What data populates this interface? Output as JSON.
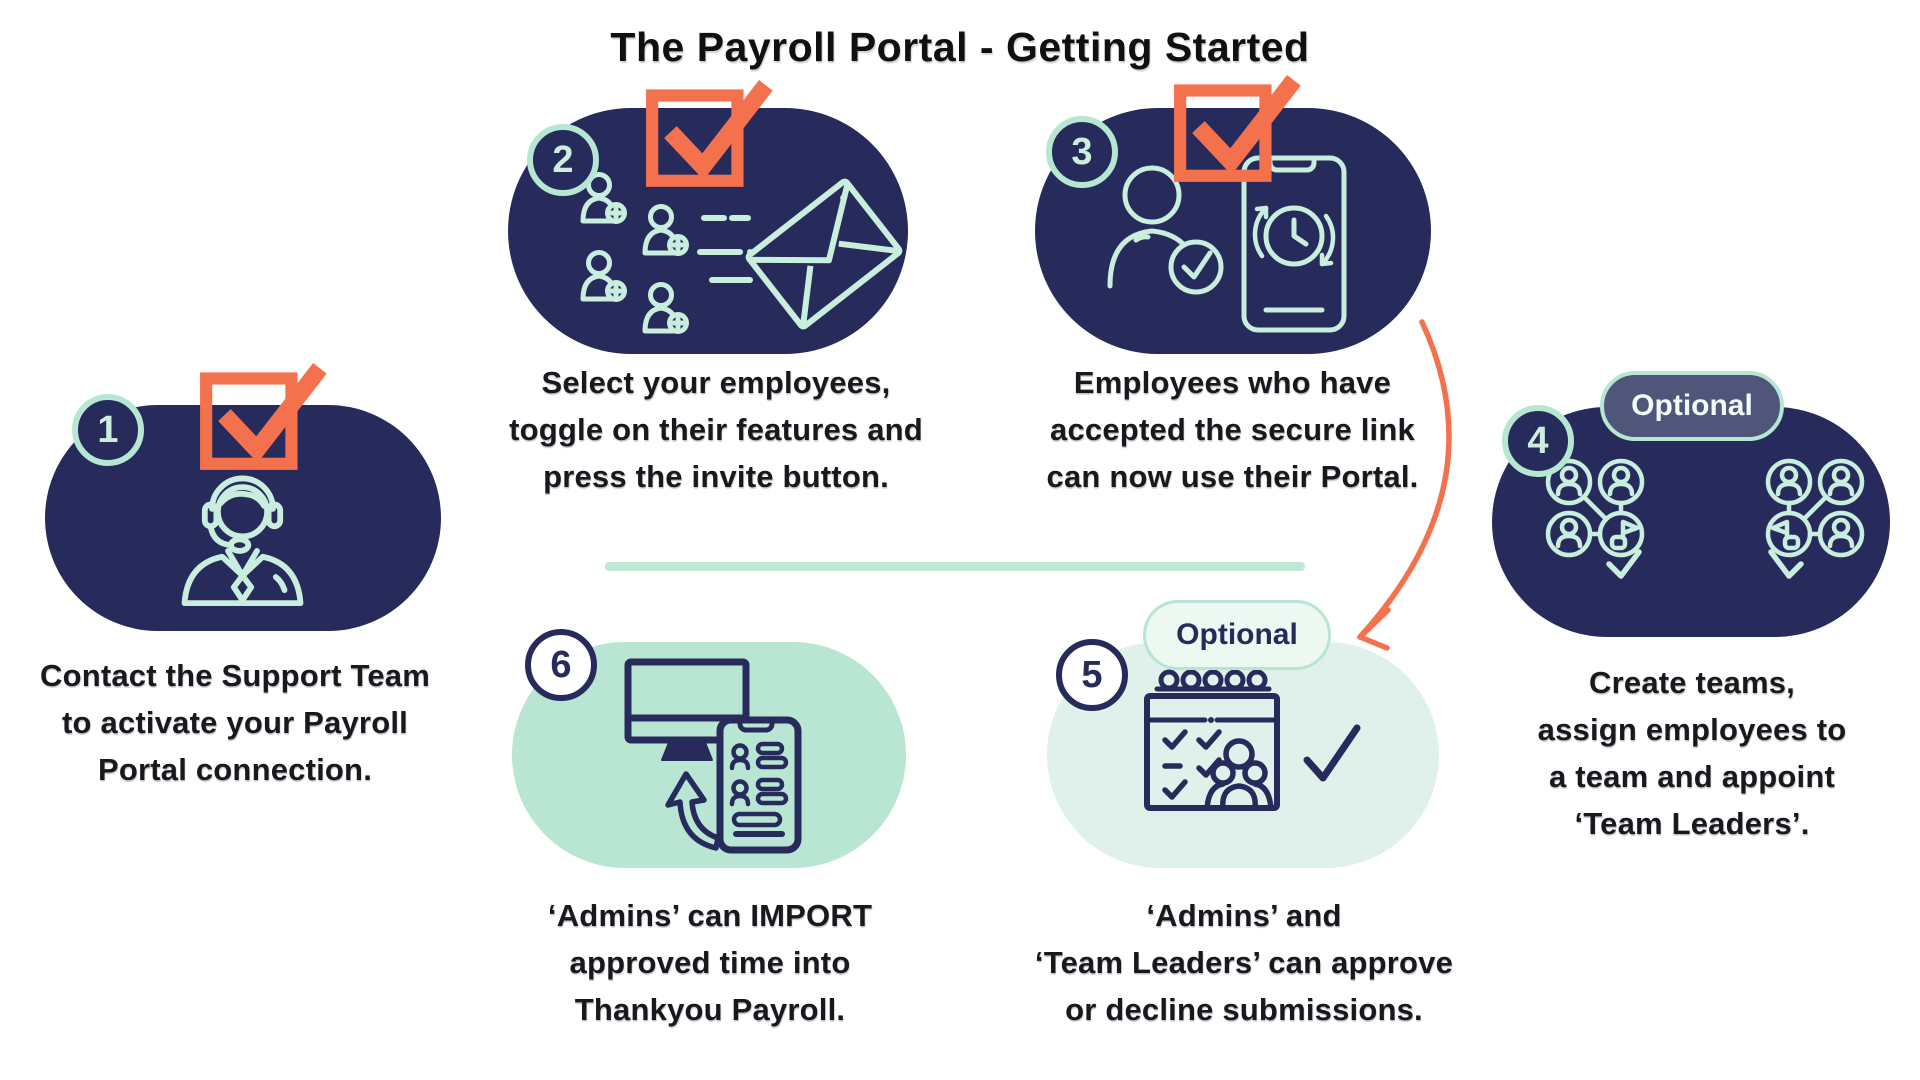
{
  "title": "The Payroll Portal - Getting Started",
  "colors": {
    "background": "#ffffff",
    "navy_blob": "#262b5b",
    "mint_blob": "#b9e6d3",
    "light_mint_blob": "#e0f1ec",
    "icon_stroke_mint": "#c9eedd",
    "checkbox_orange": "#f4714e",
    "arrow_orange": "#f4714e",
    "optional_badge_slate": "#4f5679",
    "divider_mint": "#bfe8d6",
    "text": "#18181f"
  },
  "divider": {
    "between": "top row and bottom row"
  },
  "flow_arrow": {
    "from_step": "3",
    "to_step": "5",
    "icon": "curved-arrow-icon"
  },
  "steps": [
    {
      "number": "1",
      "icon": "support-agent-headset-icon",
      "checkbox_icon": "checked-checkbox-icon",
      "lines": [
        "Contact the Support Team",
        "to activate your Payroll",
        "Portal connection."
      ]
    },
    {
      "number": "2",
      "icon": "employees-plus-flying-envelope-icon",
      "checkbox_icon": "checked-checkbox-icon",
      "lines": [
        "Select your employees,",
        "toggle on their features and",
        "press the invite button."
      ]
    },
    {
      "number": "3",
      "icon": "employee-check-phone-clock-icon",
      "checkbox_icon": "checked-checkbox-icon",
      "lines": [
        "Employees who have",
        "accepted the secure link",
        "can now use their Portal."
      ]
    },
    {
      "number": "4",
      "badge": "Optional",
      "icon": "team-network-flag-icon",
      "lines": [
        "Create teams,",
        "assign employees to",
        "a team and appoint",
        "‘Team Leaders’."
      ]
    },
    {
      "number": "5",
      "badge": "Optional",
      "icon": "calendar-approvals-icon",
      "lines": [
        "‘Admins’ and",
        "‘Team Leaders’ can approve",
        "or decline submissions."
      ]
    },
    {
      "number": "6",
      "icon": "import-desktop-phone-icon",
      "lines": [
        "‘Admins’ can IMPORT",
        "approved time into",
        "Thankyou Payroll."
      ]
    }
  ]
}
